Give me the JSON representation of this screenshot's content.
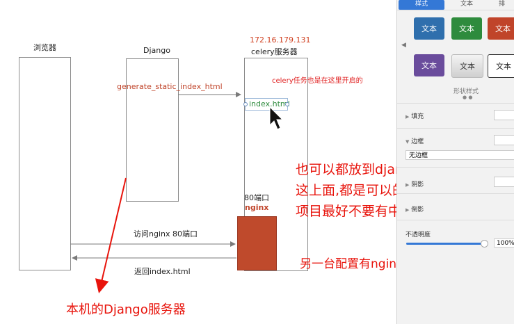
{
  "diagram": {
    "browser_label": "浏览器",
    "django_label": "Django",
    "ip_label": "172.16.179.131",
    "celery_server_label": "celery服务器",
    "generate_label": "generate_static_index_html",
    "celery_note": "celery任务也是在这里开启的",
    "index_file_label": "index.html",
    "port_label": "80端口",
    "nginx_label": "nginx",
    "visit_label": "访问nginx 80端口",
    "return_label": "返回index.html",
    "note_lines": [
      "也可以都放到django服务器",
      "这上面,都是可以的,注意的是",
      "项目最好不要有中文的路径"
    ],
    "vm_note": "另一台配置有nginx的虚拟机",
    "local_note": "本机的Django服务器"
  },
  "panel": {
    "tabs": [
      "样式",
      "文本",
      "排"
    ],
    "swatches": [
      {
        "label": "文本",
        "color": "#2f6fad"
      },
      {
        "label": "文本",
        "color": "#2e8b3d"
      },
      {
        "label": "文本",
        "color": "#c0442a"
      },
      {
        "label": "文本",
        "color": "#6a4c9c"
      },
      {
        "label": "文本",
        "color": "#e6e6e6"
      },
      {
        "label": "文本",
        "color": "#ffffff"
      }
    ],
    "style_caption": "形状样式",
    "fill_label": "填充",
    "border_label": "边框",
    "border_value": "无边框",
    "shadow_label": "阴影",
    "reflection_label": "倒影",
    "opacity_label": "不透明度",
    "opacity_value": "100%"
  }
}
